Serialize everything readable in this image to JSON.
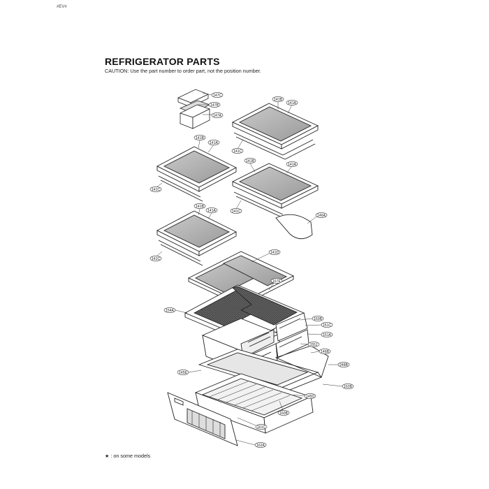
{
  "header": {
    "corner_code": "#EV#",
    "title": "REFRIGERATOR PARTS",
    "caution": "CAUTION: Use the part number to order part, not the position number."
  },
  "footnote": "★ : on some models",
  "callouts": {
    "c147C": "147C",
    "c147B": "147B",
    "c147A": "147A",
    "s1_141B": "141B",
    "s1_141A": "141A",
    "s1_141C": "141C",
    "s2_141B": "141B",
    "s2_141A": "141A",
    "s2_141C": "141C",
    "s3_141B": "141B",
    "s3_141A": "141A",
    "s3_141C": "141C",
    "s3_146A": "146A",
    "s4_141B": "141B",
    "s4_141A": "141A",
    "s4_141C": "141C",
    "c141D": "141D",
    "c167E": "167E",
    "c154A": "154A",
    "c160B": "160B",
    "c151C": "151C",
    "c151A": "151A",
    "c155J": "155J",
    "c146B": "146B",
    "c248B": "248B",
    "c145E": "145E",
    "c162B": "162B",
    "c145D": "145D",
    "c160B2": "160B",
    "c161C": "161C",
    "c162A": "162A"
  }
}
